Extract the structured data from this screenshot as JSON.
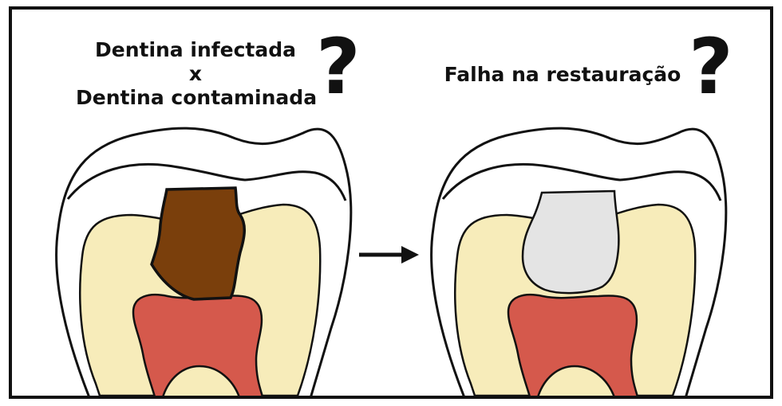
{
  "left_panel": {
    "line1": "Dentina infectada",
    "line2": "x",
    "line3": "Dentina contaminada",
    "question_mark": "?"
  },
  "right_panel": {
    "label": "Falha na restauração",
    "question_mark": "?"
  },
  "colors": {
    "enamel": "#ffffff",
    "dentin": "#f7ecba",
    "pulp": "#d5594c",
    "caries": "#7a3f0c",
    "restoration": "#e4e4e4",
    "outline": "#111111"
  }
}
